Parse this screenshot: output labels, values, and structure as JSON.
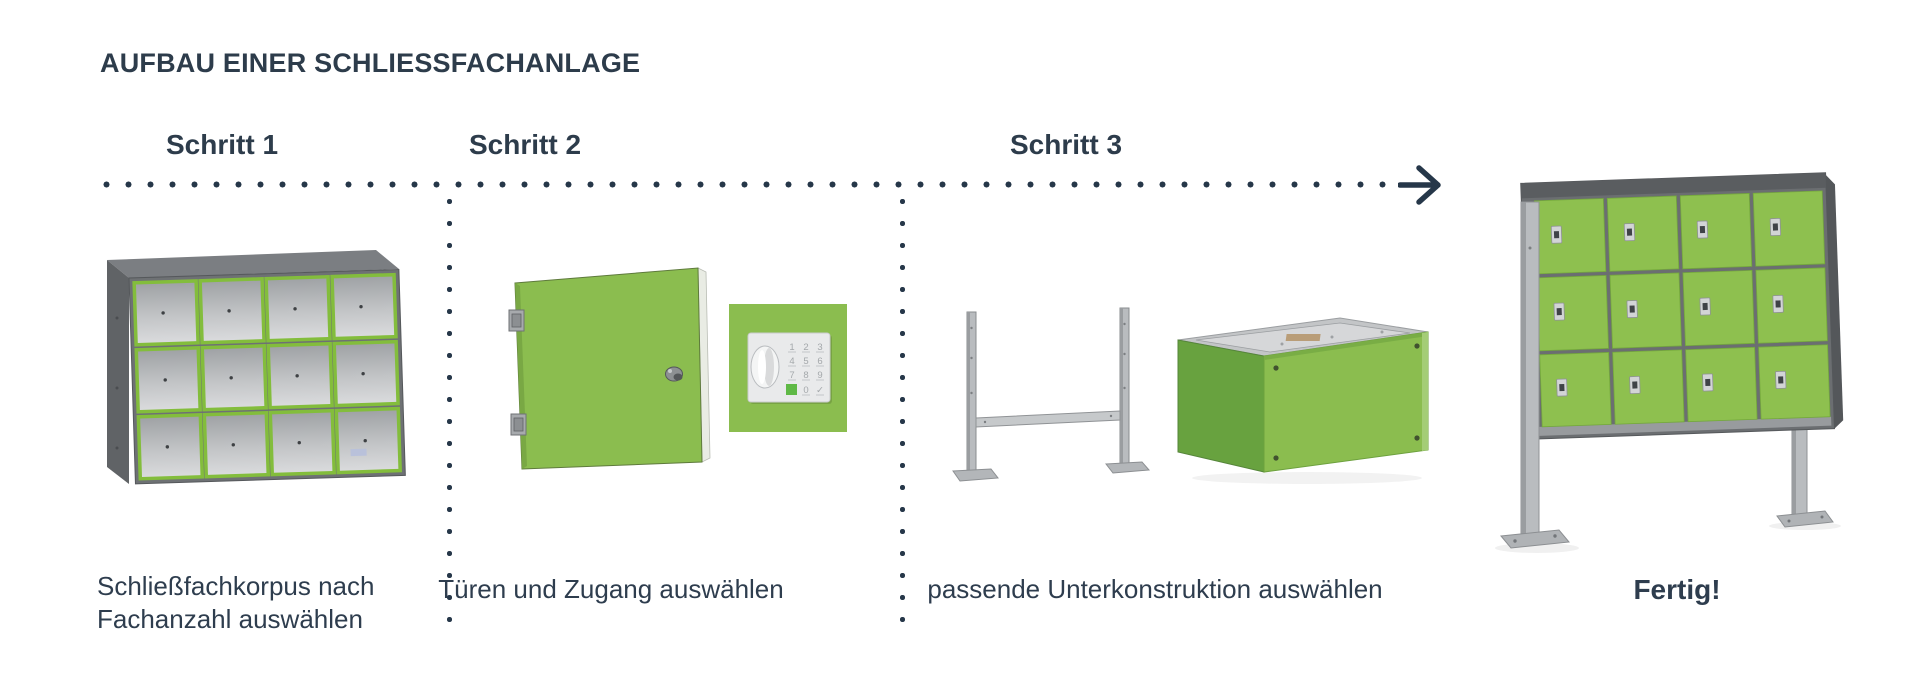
{
  "page": {
    "title": "AUFBAU EINER SCHLIESSFACHANLAGE"
  },
  "timeline": {
    "arrow_icon": "arrow-right",
    "separator_style": "dotted"
  },
  "steps": [
    {
      "label": "Schritt 1",
      "caption_lines": [
        "Schließfachkorpus nach",
        "Fachanzahl auswählen"
      ],
      "illustration": "locker-corpus-with-12-open-compartments"
    },
    {
      "label": "Schritt 2",
      "caption": "Türen und Zugang auswählen",
      "illustration": "green-door-and-code-keypad"
    },
    {
      "label": "Schritt 3",
      "caption": "passende Unterkonstruktion auswählen",
      "illustration": "steel-underframe-and-green-base-box"
    },
    {
      "label": "",
      "caption": "Fertig!",
      "illustration": "finished-locker-unit-on-legs"
    }
  ],
  "keypad": {
    "keys": [
      "1",
      "2",
      "3",
      "4",
      "5",
      "6",
      "7",
      "8",
      "9",
      "0",
      "✓"
    ]
  },
  "colors": {
    "text": "#2d3c4b",
    "dotted_line": "#263749",
    "accent_green": "#8bbd4f",
    "frame_green": "#83bd3c",
    "dark_green_side": "#68a23f",
    "cabinet_gray": "#6e7174",
    "cabinet_dark_gray": "#5a5d60",
    "metal_gray": "#b9bcbf",
    "keypad_key_green": "#5fb946"
  }
}
